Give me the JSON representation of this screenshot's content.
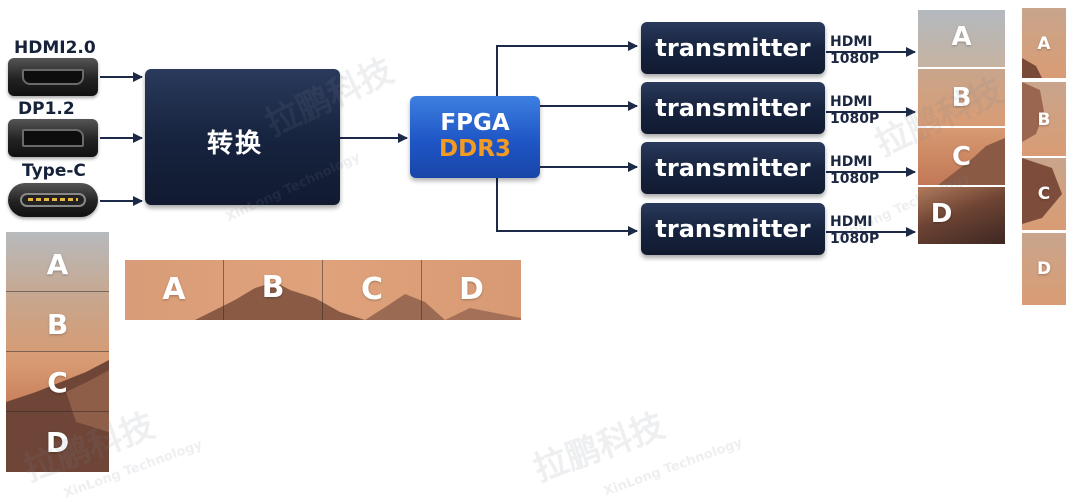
{
  "ports": [
    {
      "name": "hdmi",
      "label": "HDMI2.0"
    },
    {
      "name": "dp",
      "label": "DP1.2"
    },
    {
      "name": "typec",
      "label": "Type-C"
    }
  ],
  "converter": {
    "label": "转换"
  },
  "fpga": {
    "line1": "FPGA",
    "line2": "DDR3"
  },
  "transmitters": [
    {
      "label": "transmitter",
      "out_line1": "HDMI",
      "out_line2": "1080P"
    },
    {
      "label": "transmitter",
      "out_line1": "HDMI",
      "out_line2": "1080P"
    },
    {
      "label": "transmitter",
      "out_line1": "HDMI",
      "out_line2": "1080P"
    },
    {
      "label": "transmitter",
      "out_line1": "HDMI",
      "out_line2": "1080P"
    }
  ],
  "segments": [
    "A",
    "B",
    "C",
    "D"
  ],
  "colors": {
    "dark_box": "#17243f",
    "fpga_blue": "#1f56c6",
    "ddr_orange": "#f49b24",
    "arrow": "#1c2a48"
  },
  "watermark": {
    "cn": "拉鹏科技",
    "en": "XinLong Technology"
  }
}
